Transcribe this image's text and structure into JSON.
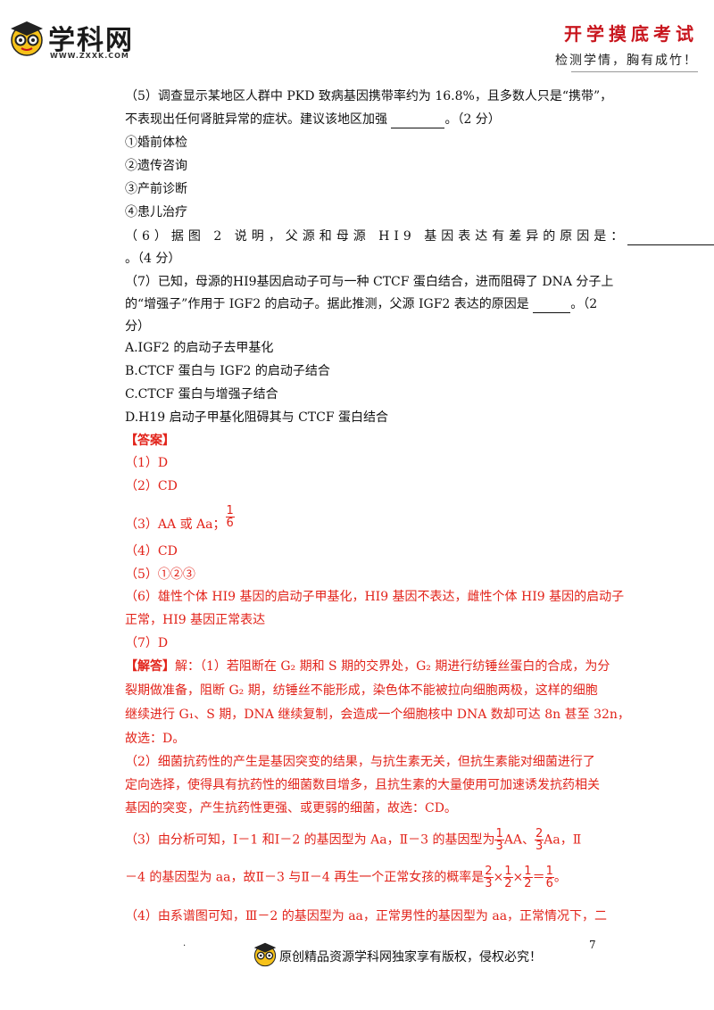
{
  "header": {
    "logo_text": "学科网",
    "logo_url": "WWW.ZXXK.COM",
    "title": "开学摸底考试",
    "slogan": "检测学情，胸有成竹！"
  },
  "questions": {
    "q5_l1": "（5）调查显示某地区人群中 PKD 致病基因携带率约为 16.8%，且多数人只是“携带”，",
    "q5_l2a": "不表现出任何肾脏异常的症状。建议该地区加强 ",
    "q5_l2b": "。（2 分）",
    "q5_opt1": "①婚前体检",
    "q5_opt2": "②遗传咨询",
    "q5_opt3": "③产前诊断",
    "q5_opt4": "④患儿治疗",
    "q6_l1": "（6）据图 2 说明，父源和母源 HI9 基因表达有差异的原因是：",
    "q6_l2": "。（4 分）",
    "q7_l1": "（7）已知，母源的HI9基因启动子可与一种 CTCF 蛋白结合，进而阻碍了 DNA 分子上",
    "q7_l2a": "的“增强子”作用于 IGF2 的启动子。据此推测，父源 IGF2 表达的原因是 ",
    "q7_l2b": "。（2",
    "q7_l3": "分）",
    "q7_optA": "A.IGF2 的启动子去甲基化",
    "q7_optB": "B.CTCF 蛋白与 IGF2 的启动子结合",
    "q7_optC": "C.CTCF 蛋白与增强子结合",
    "q7_optD": "D.H19 启动子甲基化阻碍其与 CTCF 蛋白结合"
  },
  "answers": {
    "heading": "【答案】",
    "a1": "（1）D",
    "a2": "（2）CD",
    "a3_prefix": "（3）AA 或 Aa；",
    "a3_num": "1",
    "a3_den": "6",
    "a4": "（4）CD",
    "a5": "（5）①②③",
    "a6_l1": "（6）雄性个体 HI9 基因的启动子甲基化，HI9 基因不表达，雌性个体 HI9 基因的启动子",
    "a6_l2": "正常，HI9 基因正常表达",
    "a7": "（7）D"
  },
  "analysis": {
    "heading": "【解答】",
    "p1_l1_rest": "解：（1）若阻断在 G₂ 期和 S 期的交界处，G₂ 期进行纺锤丝蛋白的合成，为分",
    "p1_l2": "裂期做准备，阻断 G₂ 期，纺锤丝不能形成，染色体不能被拉向细胞两极，这样的细胞",
    "p1_l3": "继续进行 G₁、S 期，DNA 继续复制，会造成一个细胞核中 DNA 数却可达 8n 甚至 32n，",
    "p1_l4": "故选：D。",
    "p2_l1": "（2）细菌抗药性的产生是基因突变的结果，与抗生素无关，但抗生素能对细菌进行了",
    "p2_l2": "定向选择，使得具有抗药性的细菌数目增多，且抗生素的大量使用可加速诱发抗药相关",
    "p2_l3": "基因的突变，产生抗药性更强、或更弱的细菌，故选：CD。",
    "p3_l1a": "（3）由分析可知，Ⅰ－1 和Ⅰ－2 的基因型为 Aa，Ⅱ－3 的基因型为",
    "p3_f1n": "1",
    "p3_f1d": "3",
    "p3_l1b": "AA、",
    "p3_f2n": "2",
    "p3_f2d": "3",
    "p3_l1c": "Aa，Ⅱ",
    "p3_l2a": "－4 的基因型为 aa，故Ⅱ－3 与Ⅱ－4 再生一个正常女孩的概率是",
    "p3_e1n": "2",
    "p3_e1d": "3",
    "p3_times": "×",
    "p3_e2n": "1",
    "p3_e2d": "2",
    "p3_e3n": "1",
    "p3_e3d": "2",
    "p3_eq": "＝",
    "p3_e4n": "1",
    "p3_e4d": "6",
    "p3_end": "。",
    "p4_l1": "（4）由系谱图可知，Ⅲ－2 的基因型为 aa，正常男性的基因型为 aa，正常情况下，二"
  },
  "footer": {
    "dot": ".",
    "text": "原创精品资源学科网独家享有版权，侵权必究！",
    "page_number": "7"
  },
  "colors": {
    "answer_red": "#e2231a",
    "header_red": "#c8151d"
  }
}
